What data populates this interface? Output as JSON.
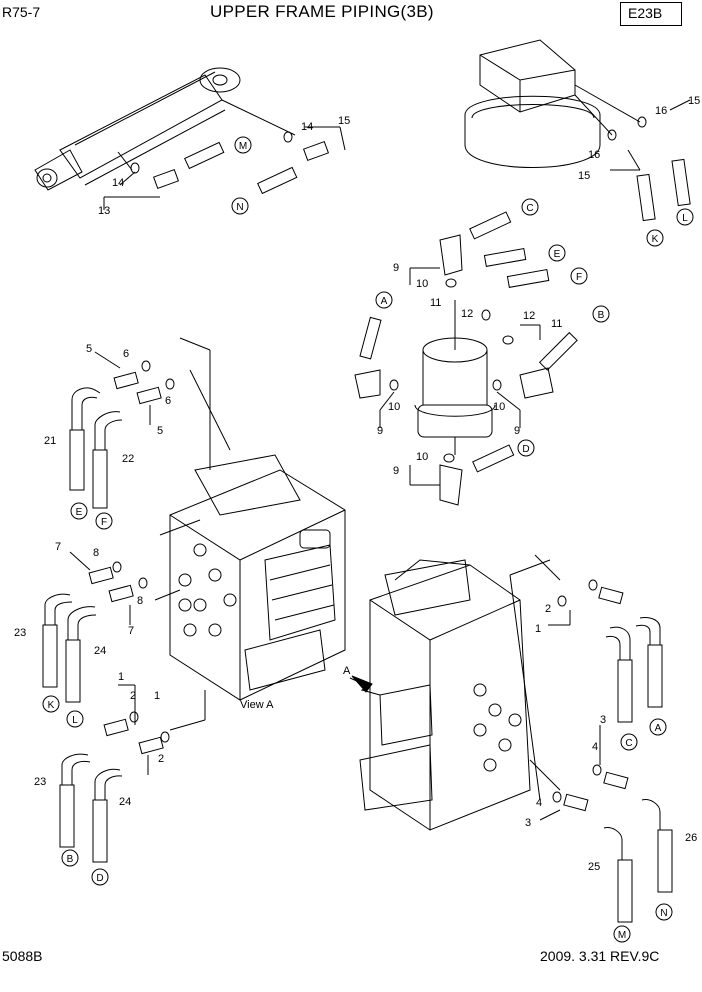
{
  "header": {
    "model": "R75-7",
    "title": "UPPER FRAME PIPING(3B)",
    "code": "E23B"
  },
  "footer": {
    "part_number": "5088B",
    "revision": "2009. 3.31 REV.9C"
  },
  "labels": {
    "view_a": "View A",
    "arrow_a": "A"
  },
  "part_numbers": [
    "1",
    "2",
    "3",
    "4",
    "5",
    "6",
    "7",
    "8",
    "9",
    "10",
    "11",
    "12",
    "13",
    "14",
    "15",
    "16",
    "21",
    "22",
    "23",
    "24",
    "25",
    "26"
  ],
  "callouts": [
    "A",
    "B",
    "C",
    "D",
    "E",
    "F",
    "K",
    "L",
    "M",
    "N"
  ]
}
